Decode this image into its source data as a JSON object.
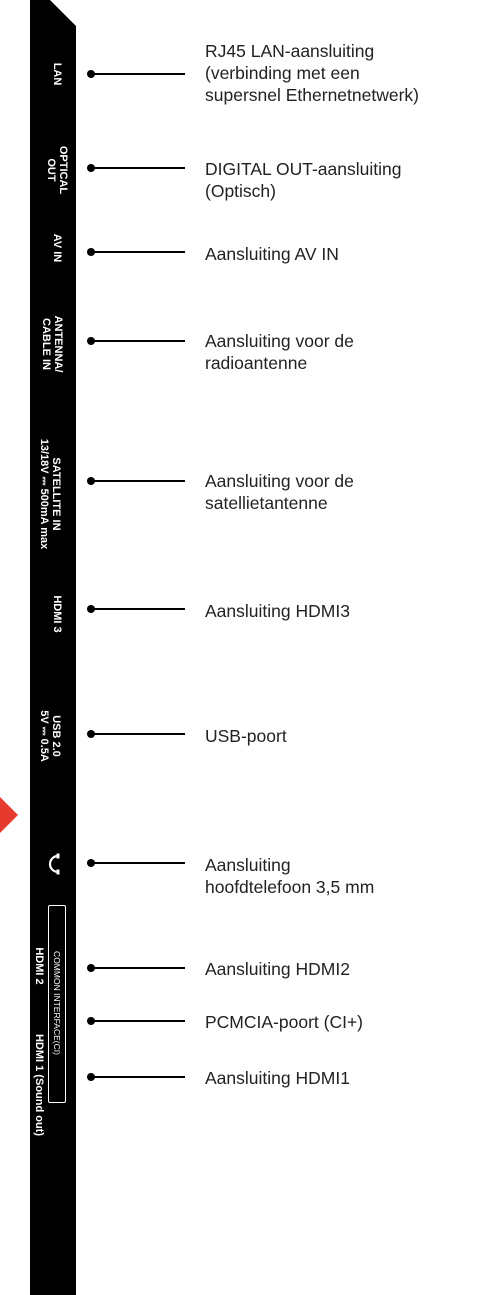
{
  "panel_labels": {
    "lan": "LAN",
    "optical": "OPTICAL\nOUT",
    "av_in": "AV IN",
    "antenna": "ANTENNA/\nCABLE IN",
    "satellite": "SATELLITE IN\n13/18V ⎓ 500mA max",
    "hdmi3": "HDMI 3",
    "usb": "USB 2.0\n5V ⎓ 0.5A",
    "headphone_icon": "headphone-icon",
    "common_interface": "COMMON INTERFACE(CI)",
    "hdmi2": "HDMI 2",
    "hdmi1": "HDMI 1 (Sound out)"
  },
  "descriptions": {
    "lan": "RJ45 LAN-aansluiting\n(verbinding met een\nsupersnel Ethernetnetwerk)",
    "optical": "DIGITAL OUT-aansluiting\n(Optisch)",
    "av_in": "Aansluiting AV IN",
    "antenna": "Aansluiting voor de\nradioantenne",
    "satellite": "Aansluiting voor de\nsatellietantenne",
    "hdmi3": "Aansluiting HDMI3",
    "usb": "USB-poort",
    "headphone": "Aansluiting\nhoofdtelefoon 3,5 mm",
    "hdmi2": "Aansluiting HDMI2",
    "pcmcia": "PCMCIA-poort (CI+)",
    "hdmi1": "Aansluiting HDMI1"
  },
  "colors": {
    "panel": "#000000",
    "panel_text": "#ffffff",
    "text": "#222222",
    "arrow": "#e8392f"
  }
}
